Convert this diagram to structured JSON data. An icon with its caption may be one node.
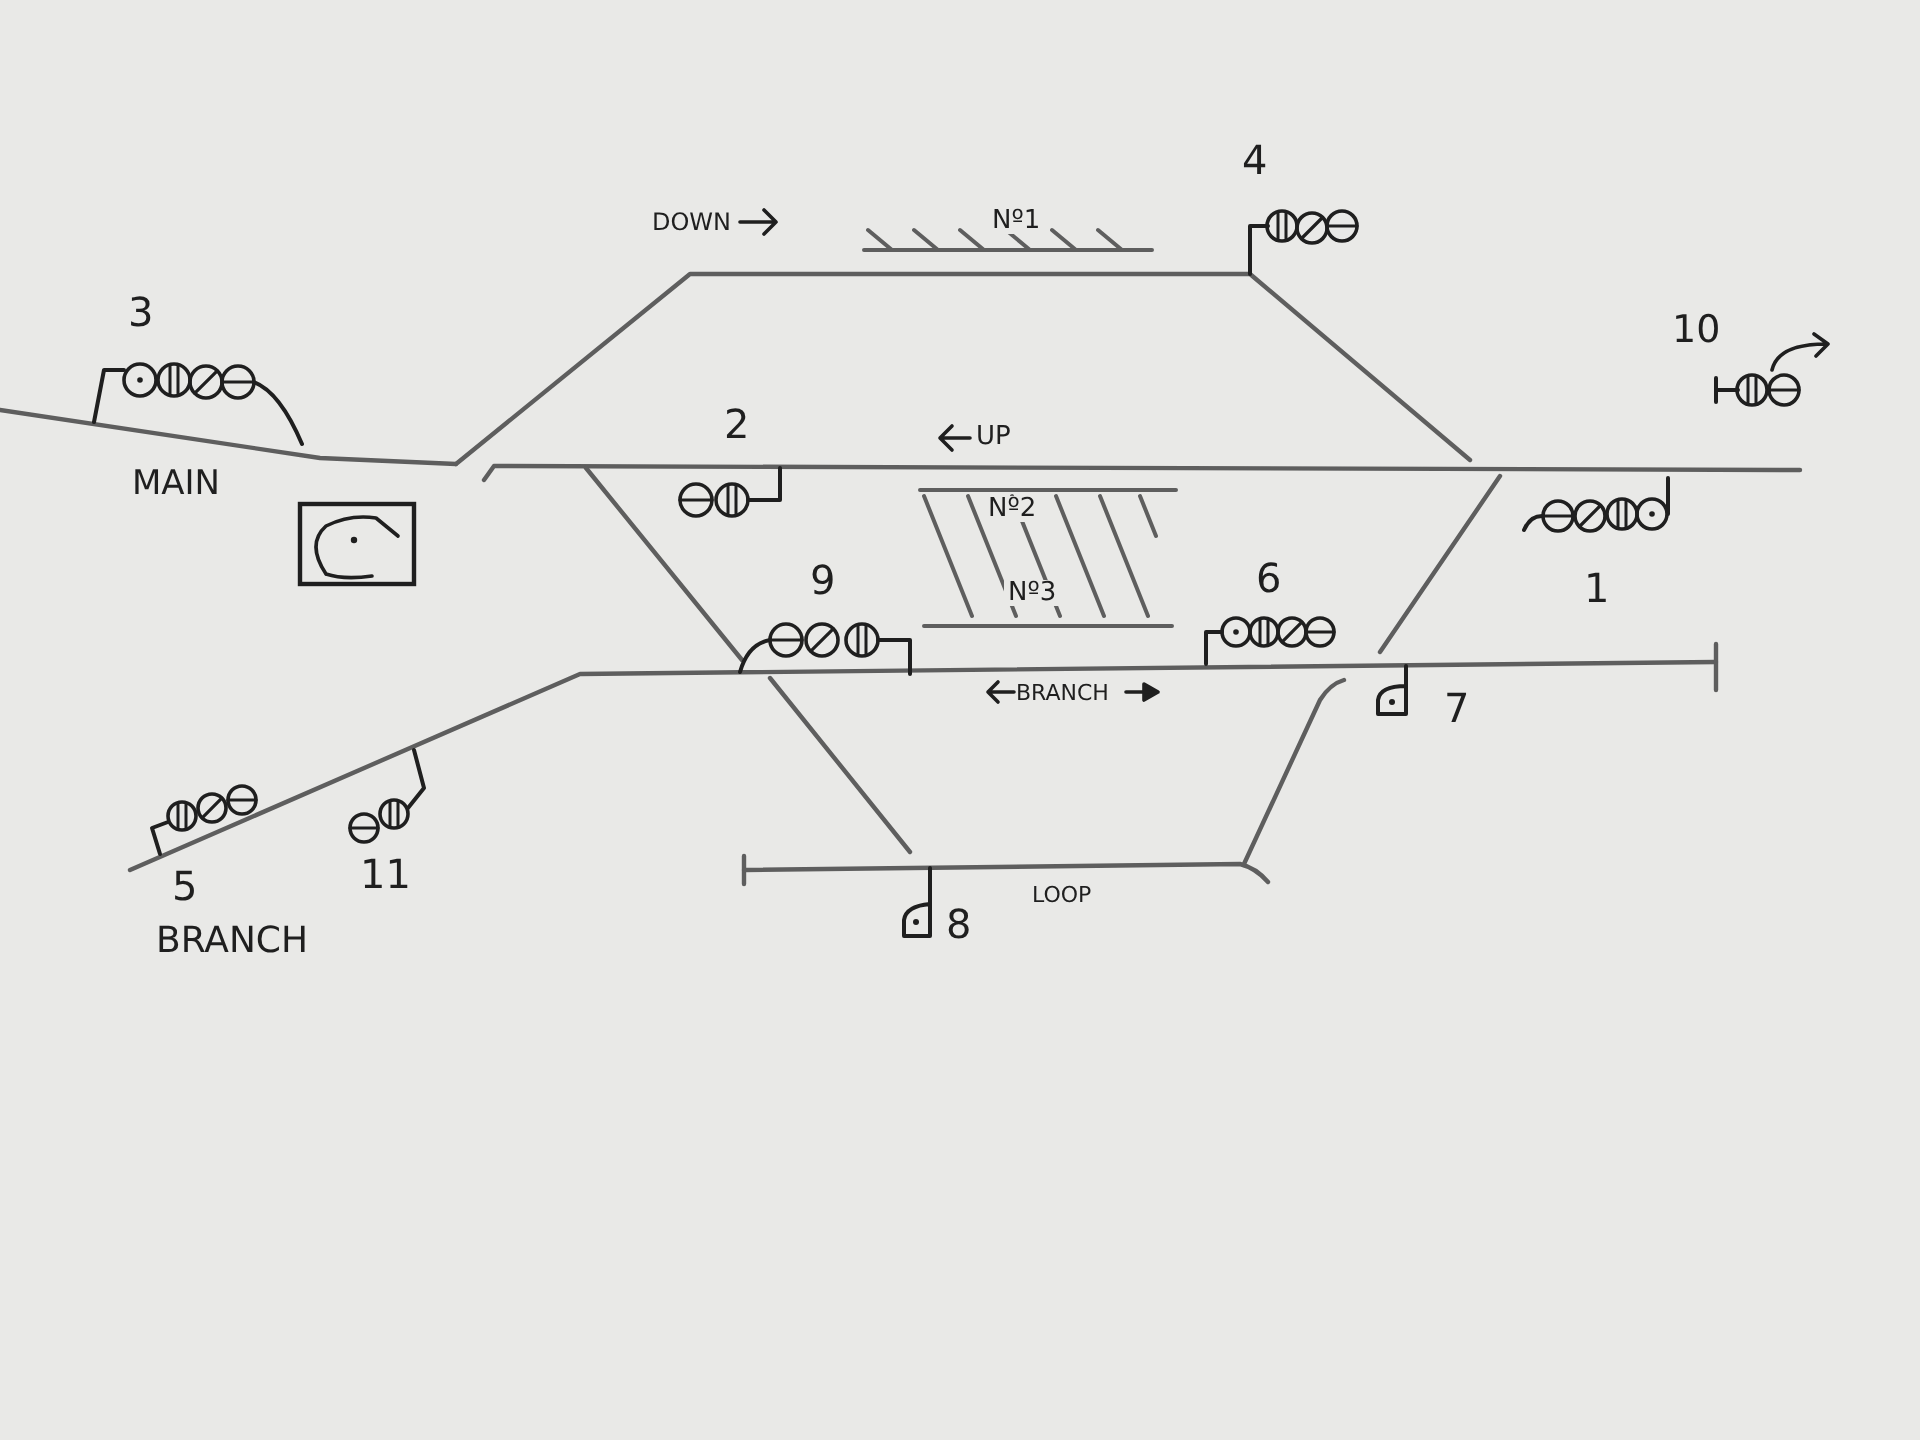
{
  "diagram": {
    "nodes": [
      {
        "text": [
          "Nº1"
        ]
      },
      {
        "text": [
          "Nº2",
          "Nº3"
        ]
      }
    ],
    "labels": [
      "4",
      "DOWN",
      "3",
      "10",
      "2",
      "UP",
      "MAIN",
      "9",
      "6",
      "1",
      "BRANCH",
      "7",
      "5",
      "11",
      "LOOP",
      "8",
      "BRANCH"
    ]
  }
}
